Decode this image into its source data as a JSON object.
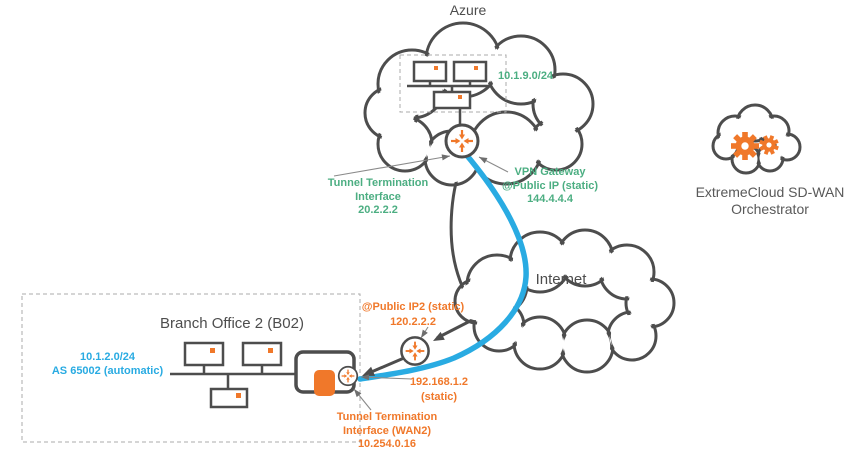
{
  "azure": {
    "title": "Azure",
    "subnet": "10.1.9.0/24",
    "tunnel_interface": [
      "Tunnel Termination",
      "Interface",
      "20.2.2.2"
    ],
    "vpn_gateway": [
      "VPN Gateway",
      "@Public IP (static)",
      "144.4.4.4"
    ]
  },
  "internet": {
    "label": "Internet"
  },
  "orchestrator": {
    "name": [
      "ExtremeCloud SD-WAN",
      "Orchestrator"
    ]
  },
  "branch": {
    "title": "Branch Office 2 (B02)",
    "lan": [
      "10.1.2.0/24",
      "AS 65002 (automatic)"
    ],
    "public_ip2": [
      "@Public IP2 (static)",
      "120.2.2.2"
    ],
    "router_ip": [
      "192.168.1.2",
      "(static)"
    ],
    "tunnel_interface": [
      "Tunnel Termination",
      "Interface (WAN2)",
      "10.254.0.16"
    ]
  },
  "icons": {
    "router": "circle-with-inward-orange-arrows",
    "gear": "orange-gear",
    "pc": "monitor-with-orange-dot",
    "cloud": "scalloped-cloud-outline",
    "appliance": "sdwan-appliance-box"
  },
  "colors": {
    "accent_green": "#4CAE82",
    "accent_orange": "#F0782A",
    "accent_blue": "#29ABE2",
    "tunnel_blue": "#29ABE2",
    "line_dark": "#4D4D4D"
  }
}
